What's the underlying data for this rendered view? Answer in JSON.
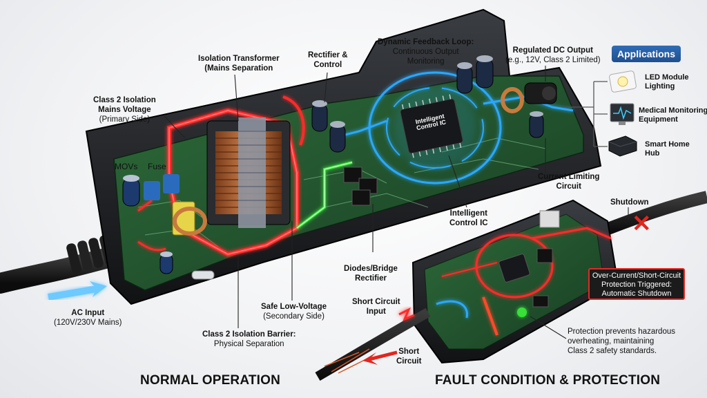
{
  "labels": {
    "class2_isolation": {
      "title_1": "Class 2 Isolation",
      "title_2": "Mains Voltage",
      "sub": "(Primary Side)"
    },
    "isolation_transformer": {
      "title_1": "Isolation Transformer",
      "title_2": "(Mains Separation"
    },
    "rectifier_control": {
      "title_1": "Rectifier &",
      "title_2": "Control"
    },
    "feedback_loop": {
      "title": "Dynamic Feedback Loop:",
      "sub_1": "Continuous Output",
      "sub_2": "Monitoring"
    },
    "regulated_output": {
      "title": "Regulated DC Output",
      "sub": "(e.g., 12V, Class 2 Limited)"
    },
    "movs": "MOVs",
    "fuse": "Fuse",
    "current_limiting": {
      "title_1": "Current Limiting",
      "title_2": "Circuit"
    },
    "intelligent_ic": {
      "title_1": "Intelligent",
      "title_2": "Control IC"
    },
    "chip_text": {
      "line_1": "Intelligent",
      "line_2": "Control IC"
    },
    "diodes_bridge": {
      "title_1": "Diodes/Bridge",
      "title_2": "Rectifier"
    },
    "safe_low_voltage": {
      "title": "Safe Low-Voltage",
      "sub": "(Secondary Side)"
    },
    "ac_input": {
      "title": "AC Input",
      "sub": "(120V/230V Mains)"
    },
    "isolation_barrier": {
      "title": "Class 2 Isolation Barrier:",
      "sub": "Physical Separation"
    },
    "short_circuit_input": {
      "title_1": "Short Circuit",
      "title_2": "Input"
    },
    "short_circuit": {
      "title_1": "Short",
      "title_2": "Circuit"
    },
    "shutdown": "Shutdown"
  },
  "applications": {
    "header": "Applications",
    "items": [
      {
        "line_1": "LED Module",
        "line_2": "Lighting",
        "icon": "led-module-icon"
      },
      {
        "line_1": "Medical Monitoring",
        "line_2": "Equipment",
        "icon": "medical-monitor-icon"
      },
      {
        "line_1": "Smart Home",
        "line_2": "Hub",
        "icon": "smart-home-hub-icon"
      }
    ]
  },
  "fault": {
    "alert_line_1": "Over-Current/Short-Circuit",
    "alert_line_2": "Protection Triggered:",
    "alert_line_3": "Automatic Shutdown",
    "note_line_1": "Protection prevents hazardous",
    "note_line_2": "overheating, maintaining",
    "note_line_3": "Class 2 safety standards."
  },
  "sections": {
    "normal": "NORMAL OPERATION",
    "fault": "FAULT CONDITION & PROTECTION"
  },
  "colors": {
    "primary_glow": "#ff2a2a",
    "secondary_glow": "#38e038",
    "feedback_glow": "#2aa8ff",
    "accent": "#2f6cb6",
    "alert": "#e02a24"
  }
}
